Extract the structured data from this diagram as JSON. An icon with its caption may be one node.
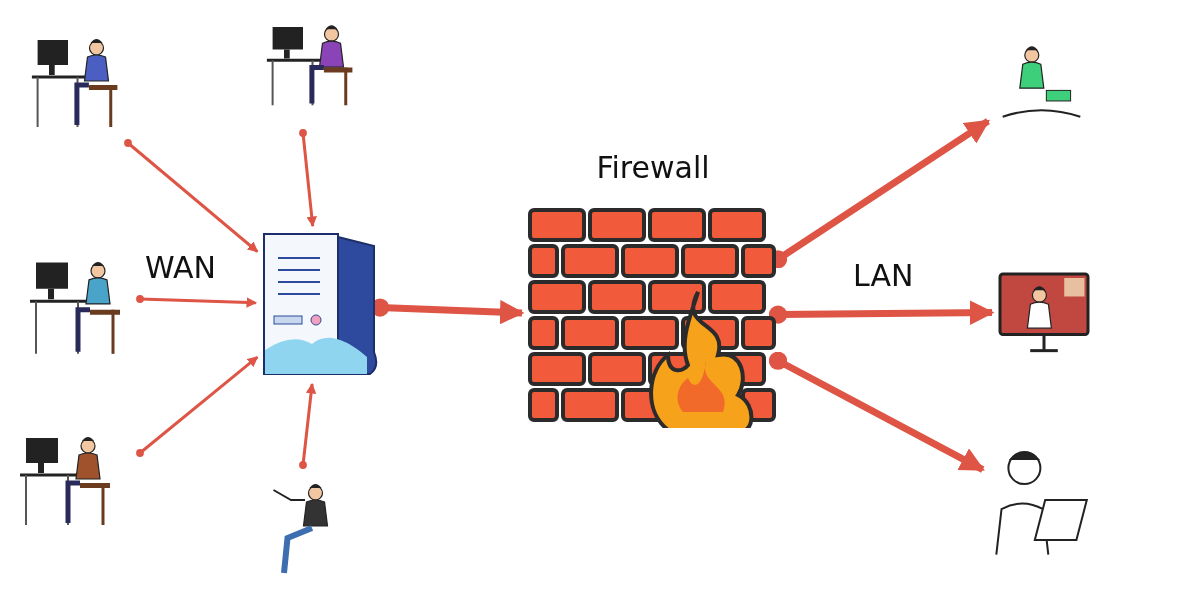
{
  "diagram": {
    "nodes": [
      {
        "text": [],
        "shape": "picture"
      },
      {
        "text": [],
        "shape": "picture"
      },
      {
        "text": [],
        "shape": "picture"
      },
      {
        "text": [],
        "shape": "picture"
      },
      {
        "text": [],
        "shape": "picture"
      },
      {
        "text": [],
        "shape": "picture"
      },
      {
        "text": [
          "Firewall"
        ]
      },
      {
        "text": [],
        "shape": "picture"
      },
      {
        "text": [],
        "shape": "picture"
      },
      {
        "text": [],
        "shape": "picture"
      }
    ],
    "edges": [
      {
        "from": 0,
        "to": 5,
        "arrow": "to"
      },
      {
        "from": 1,
        "to": 5,
        "arrow": "to"
      },
      {
        "from": 2,
        "to": 5,
        "arrow": "to"
      },
      {
        "from": 3,
        "to": 5,
        "arrow": "to"
      },
      {
        "from": 4,
        "to": 5,
        "arrow": "to"
      },
      {
        "from": 5,
        "to": 6,
        "arrow": "to",
        "style": "thick"
      },
      {
        "from": 6,
        "to": 7,
        "arrow": "to",
        "style": "thick"
      },
      {
        "from": 6,
        "to": 8,
        "arrow": "to",
        "style": "thick"
      },
      {
        "from": 6,
        "to": 9,
        "arrow": "to",
        "style": "thick"
      }
    ],
    "labels": [
      "WAN",
      "LAN"
    ]
  }
}
